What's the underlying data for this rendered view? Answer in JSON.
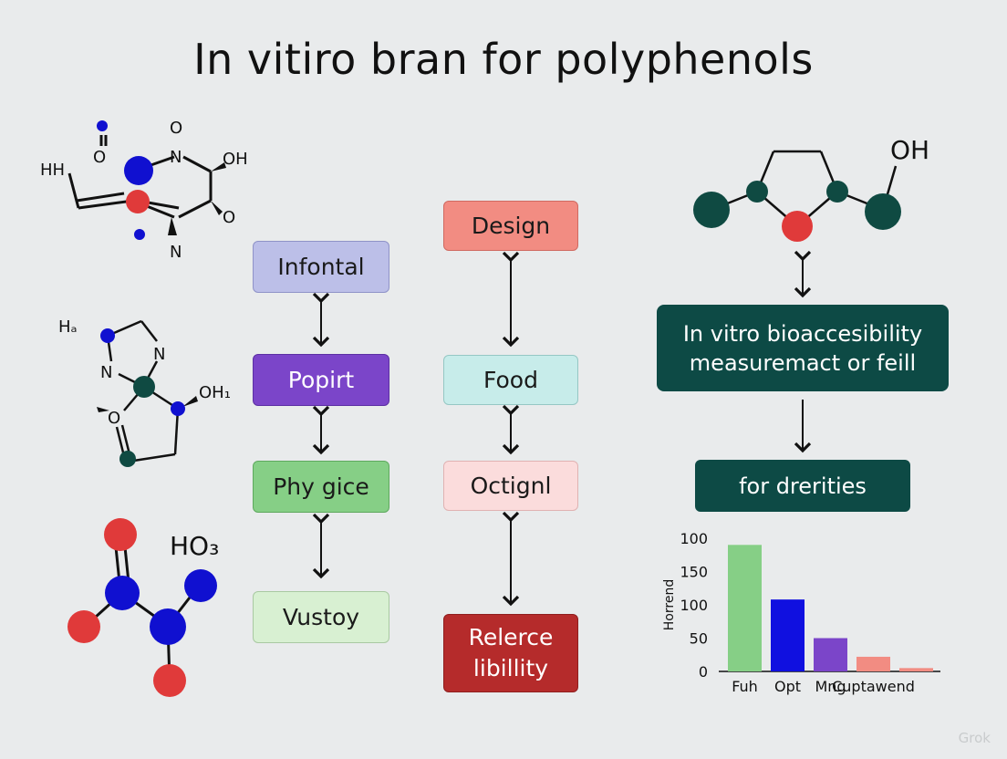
{
  "title": "In vitiro bran for polyphenols",
  "molecules": {
    "top_left": {
      "labels": [
        "HH",
        "O",
        "O",
        "N",
        "OH",
        "O",
        "N"
      ]
    },
    "middle_left": {
      "labels": [
        "Hₐ",
        "N",
        "N",
        "OH₁",
        "O"
      ]
    },
    "bottom_left": {
      "labels": [
        "HO₃"
      ]
    },
    "top_right": {
      "labels": [
        "OH"
      ]
    }
  },
  "column1": {
    "boxes": [
      {
        "label": "Infontal",
        "bg": "#bcbfe8",
        "border": "#8f93c8",
        "color": "#1a1a1a"
      },
      {
        "label": "Popirt",
        "bg": "#7b45c9",
        "border": "#5c2fa3",
        "color": "#ffffff"
      },
      {
        "label": "Phy gice",
        "bg": "#86cf86",
        "border": "#5ea95e",
        "color": "#1a1a1a"
      },
      {
        "label": "Vustoy",
        "bg": "#d8f0d2",
        "border": "#a9c9a2",
        "color": "#1a1a1a"
      }
    ]
  },
  "column2": {
    "boxes": [
      {
        "label": "Design",
        "bg": "#f28c82",
        "border": "#d06a61",
        "color": "#1a1a1a"
      },
      {
        "label": "Food",
        "bg": "#c7ecea",
        "border": "#95c7c4",
        "color": "#1a1a1a"
      },
      {
        "label": "Octignl",
        "bg": "#fbdcdc",
        "border": "#e0b2b2",
        "color": "#1a1a1a"
      },
      {
        "label": "Relerce libillity",
        "bg": "#b52b2b",
        "border": "#8f1e1e",
        "color": "#ffffff"
      }
    ]
  },
  "right_panel": {
    "box1": "In vitro bioaccesibility measuremact or feill",
    "box2": "for drerities",
    "box_color": "#0d4a45"
  },
  "chart_data": {
    "type": "bar",
    "categories": [
      "Fuh",
      "Opt",
      "Mng",
      "Cuptawend",
      ""
    ],
    "values": [
      190,
      108,
      50,
      22,
      5
    ],
    "colors": [
      "#86cf86",
      "#1010e0",
      "#7b45c9",
      "#f28c82",
      "#f28c82"
    ],
    "ylabel": "Horrend",
    "ytick_labels": [
      "0",
      "50",
      "100",
      "150",
      "100"
    ],
    "ytick_values": [
      0,
      50,
      100,
      150,
      200
    ],
    "ylim": [
      0,
      200
    ]
  },
  "watermark": "Grok"
}
